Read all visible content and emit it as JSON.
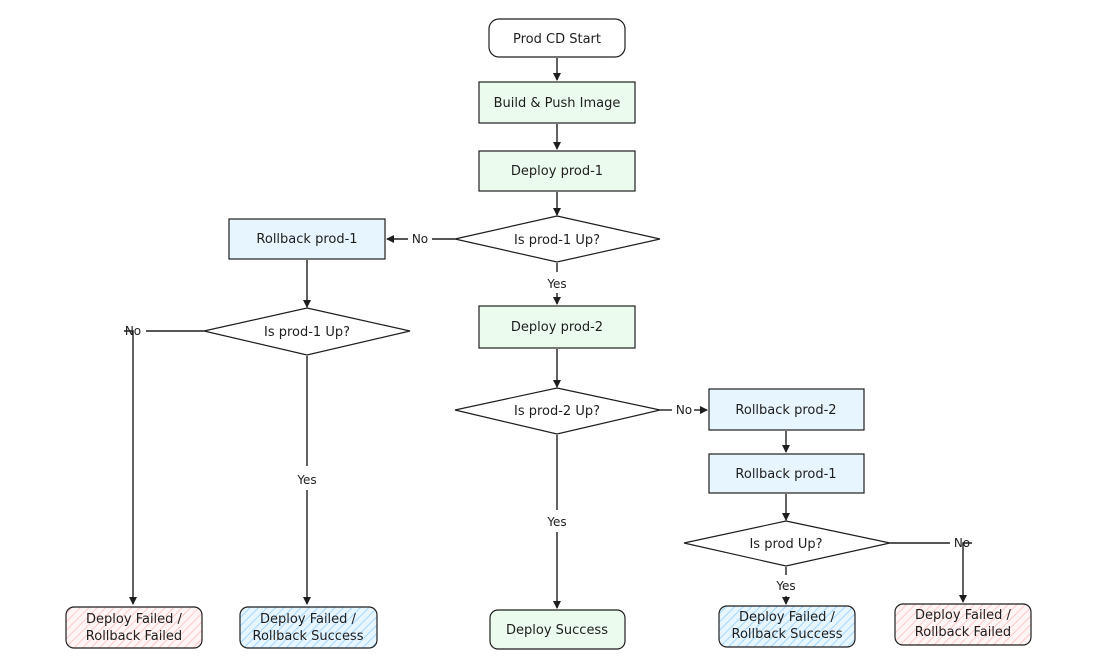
{
  "diagram": {
    "nodes": {
      "start": "Prod CD Start",
      "build": "Build & Push Image",
      "deploy1": "Deploy prod-1",
      "check1": "Is prod-1 Up?",
      "rollback1_left": "Rollback prod-1",
      "check1b": "Is prod-1 Up?",
      "deploy2": "Deploy prod-2",
      "check2": "Is prod-2 Up?",
      "rollback2": "Rollback prod-2",
      "rollback1_right": "Rollback prod-1",
      "check_prod": "Is prod Up?",
      "failed_left": [
        "Deploy Failed /",
        "Rollback Failed"
      ],
      "rollback_success_left": [
        "Deploy Failed /",
        "Rollback Success"
      ],
      "success": "Deploy Success",
      "rollback_success_right": [
        "Deploy Failed /",
        "Rollback Success"
      ],
      "failed_right": [
        "Deploy Failed /",
        "Rollback Failed"
      ]
    },
    "edge_labels": {
      "check1_no": "No",
      "check1_yes": "Yes",
      "check1b_no": "No",
      "check1b_yes": "Yes",
      "check2_no": "No",
      "check2_yes": "Yes",
      "check_prod_no": "No",
      "check_prod_yes": "Yes"
    },
    "colors": {
      "stroke": "#1e1e1e",
      "white": "#ffffff",
      "green": "#ebfbee",
      "blue": "#e7f5ff",
      "red_hatch": "#ffc9c9",
      "red_fill": "#fff5f5",
      "blue_hatch": "#a5d8ff",
      "blue_fill": "#e7f5ff"
    }
  }
}
